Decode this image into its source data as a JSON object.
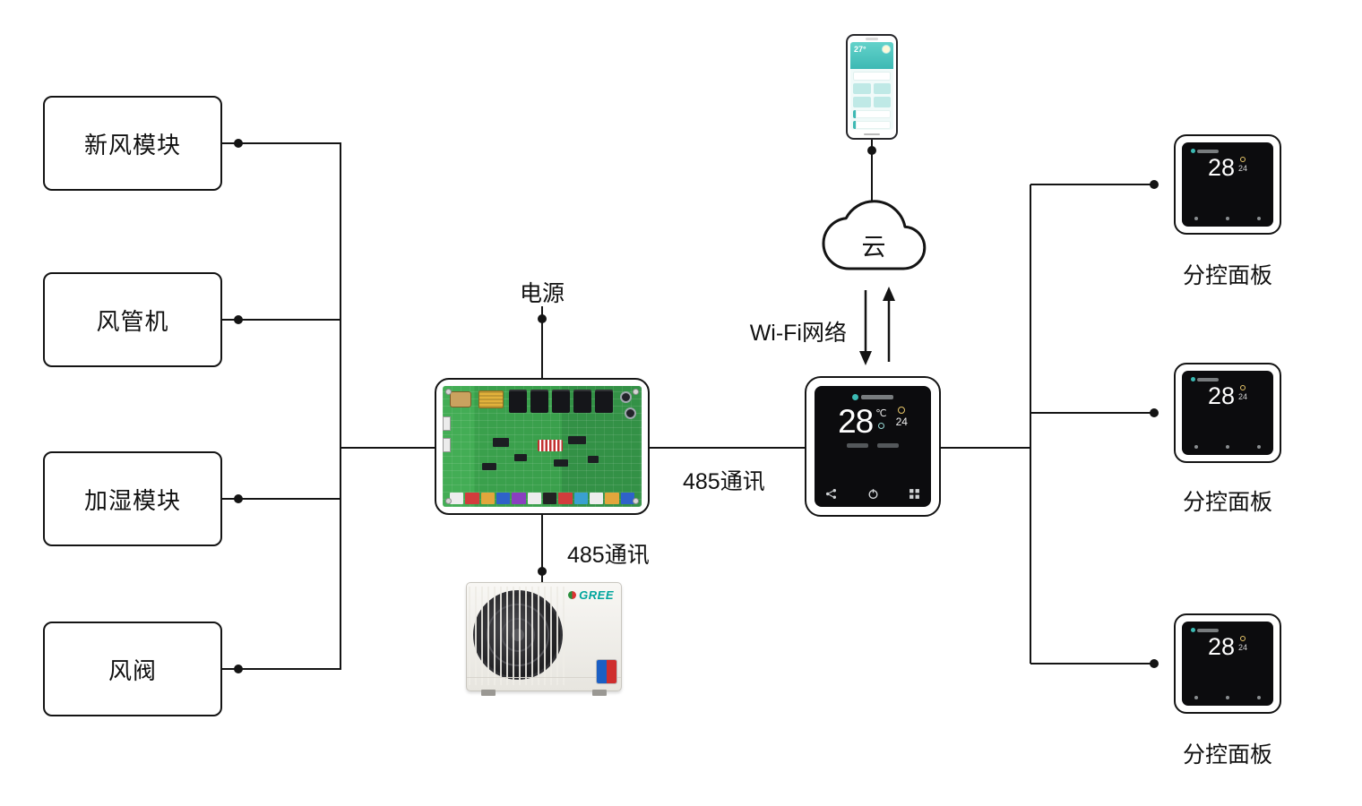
{
  "diagram": {
    "modules": [
      {
        "label": "新风模块"
      },
      {
        "label": "风管机"
      },
      {
        "label": "加湿模块"
      },
      {
        "label": "风阀"
      }
    ],
    "power_label": "电源",
    "comm_bottom_label": "485通讯",
    "comm_right_label": "485通讯",
    "wifi_label": "Wi-Fi网络",
    "cloud_label": "云",
    "phone": {
      "temp": "27°"
    },
    "outdoor_unit": {
      "brand": "GREE"
    },
    "main_thermostat": {
      "temp": "28",
      "unit": "℃",
      "set_temp": "24"
    },
    "panels": [
      {
        "label": "分控面板",
        "temp": "28",
        "set_temp": "24"
      },
      {
        "label": "分控面板",
        "temp": "28",
        "set_temp": "24"
      },
      {
        "label": "分控面板",
        "temp": "28",
        "set_temp": "24"
      }
    ],
    "colors": {
      "accent_teal": "#3db9b4",
      "line": "#141414",
      "pcb_green": "#3aa04c"
    }
  }
}
